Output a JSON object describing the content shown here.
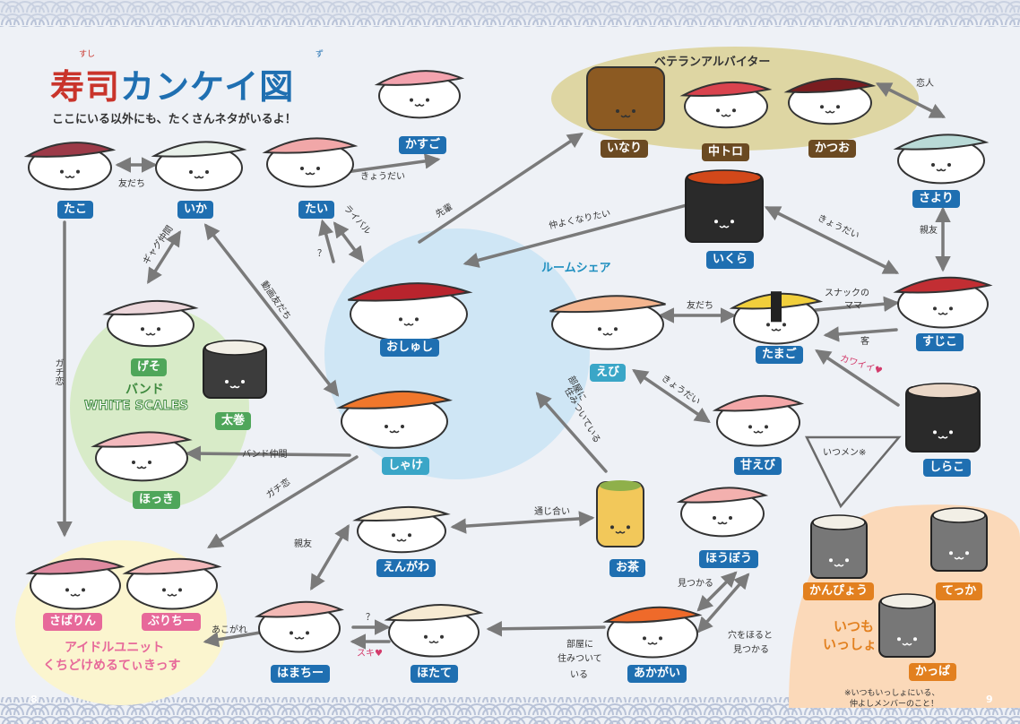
{
  "title": {
    "kanji": "寿司",
    "kana": "カンケイ図",
    "ruby_su": "すし",
    "ruby_zu": "ず"
  },
  "subtitle": "ここにいる以外にも、たくさんネタがいるよ！",
  "groups": {
    "veteran": "ベテランアルバイター",
    "room_share": "ルームシェア",
    "band_title": "バンド",
    "band_name": "WHITE SCALES",
    "idol_line1": "アイドルユニット",
    "idol_line2": "くちどけめるてぃきっす",
    "always_line1": "いつも",
    "always_line2": "いっしょ",
    "always_note_line1": "※いつもいっしょにいる、",
    "always_note_line2": "仲よしメンバーのこと！"
  },
  "characters": {
    "tako": "たこ",
    "ika": "いか",
    "tai": "たい",
    "kasugo": "かすご",
    "inari": "いなり",
    "chutoro": "中トロ",
    "katsuo": "かつお",
    "sayori": "さより",
    "ikura": "いくら",
    "sujiko": "すじこ",
    "oshushi": "おしゅし",
    "ebi": "えび",
    "tamago": "たまご",
    "shirako": "しらこ",
    "geso": "げそ",
    "futomaki": "太巻",
    "hokki": "ほっき",
    "shake": "しゃけ",
    "amaebi": "甘えび",
    "engawa": "えんがわ",
    "ocha": "お茶",
    "houbou": "ほうぼう",
    "kanpyou": "かんぴょう",
    "tekka": "てっか",
    "sabarin": "さばりん",
    "burichi": "ぶりちー",
    "hamachi": "はまちー",
    "hotate": "ほたて",
    "akagai": "あかがい",
    "kappa": "かっぱ"
  },
  "relations": {
    "tomodachi": "友だち",
    "kyoudai": "きょうだい",
    "koibito": "恋人",
    "senpai": "先輩",
    "rival": "ライバル",
    "question": "？",
    "nakayoku": "仲よくなりたい",
    "gyag": "ギャグ仲間",
    "douga": "動画友だち",
    "kyoudai2": "きょうだい",
    "shinyu": "親友",
    "tomodachi2": "友だち",
    "snack_line1": "スナックの",
    "snack_line2": "ママ",
    "kyaku": "客",
    "kawaii": "カワイイ♥",
    "gachikoi": "ガチ恋",
    "heya1": "部屋に",
    "heya2": "住みついている",
    "kyoudai3": "きょうだい",
    "band_nakama": "バンド仲間",
    "gachikoi2": "ガチ恋",
    "itsumen": "いつメン※",
    "tsuujiai": "通じ合い",
    "shinyu2": "親友",
    "mitsukaru": "見つかる",
    "ana1": "穴をほると",
    "ana2": "見つかる",
    "akogare": "あこがれ",
    "question2": "？",
    "suki": "スキ♥",
    "heya3_1": "部屋に",
    "heya3_2": "住みついて",
    "heya3_3": "いる"
  },
  "pages": {
    "left": "8",
    "right": "9"
  },
  "colors": {
    "blue": "#1f6fb1",
    "brown": "#6b4a22",
    "teal": "#3aa6c7",
    "green": "#4fa65a",
    "pink": "#e7699a",
    "orange": "#e2801f",
    "title_red": "#c9342b",
    "title_blue": "#1f6fb1"
  }
}
